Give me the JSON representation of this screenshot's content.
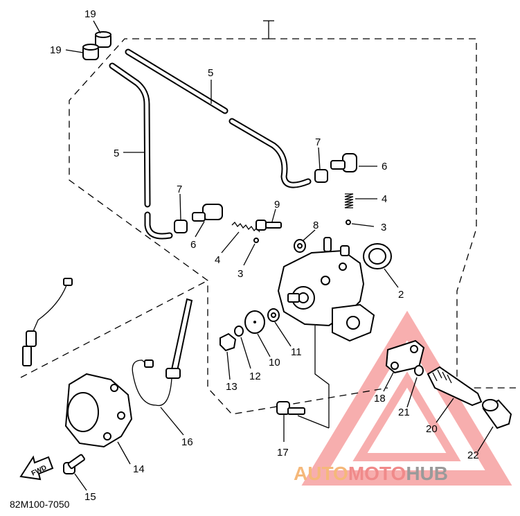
{
  "diagram": {
    "code": "82M100-7050",
    "front_label": "FWD",
    "parts": [
      {
        "id": "p19a",
        "num": "19"
      },
      {
        "id": "p19b",
        "num": "19"
      },
      {
        "id": "p5a",
        "num": "5"
      },
      {
        "id": "p5b",
        "num": "5"
      },
      {
        "id": "p7a",
        "num": "7"
      },
      {
        "id": "p7b",
        "num": "7"
      },
      {
        "id": "p6a",
        "num": "6"
      },
      {
        "id": "p6b",
        "num": "6"
      },
      {
        "id": "p4a",
        "num": "4"
      },
      {
        "id": "p4b",
        "num": "4"
      },
      {
        "id": "p3a",
        "num": "3"
      },
      {
        "id": "p3b",
        "num": "3"
      },
      {
        "id": "p9",
        "num": "9"
      },
      {
        "id": "p8",
        "num": "8"
      },
      {
        "id": "p2",
        "num": "2"
      },
      {
        "id": "p11",
        "num": "11"
      },
      {
        "id": "p10",
        "num": "10"
      },
      {
        "id": "p12",
        "num": "12"
      },
      {
        "id": "p13",
        "num": "13"
      },
      {
        "id": "p18",
        "num": "18"
      },
      {
        "id": "p21",
        "num": "21"
      },
      {
        "id": "p20",
        "num": "20"
      },
      {
        "id": "p22",
        "num": "22"
      },
      {
        "id": "p17",
        "num": "17"
      },
      {
        "id": "p16",
        "num": "16"
      },
      {
        "id": "p14",
        "num": "14"
      },
      {
        "id": "p15",
        "num": "15"
      }
    ]
  },
  "watermark": {
    "part1": "AUTO",
    "part2": "MOTO",
    "part3": "HUB",
    "colors": {
      "auto": "#f5b87a",
      "moto": "#f08a8a",
      "hub": "#9a9a9a",
      "triangle": "#f26d6d"
    }
  }
}
